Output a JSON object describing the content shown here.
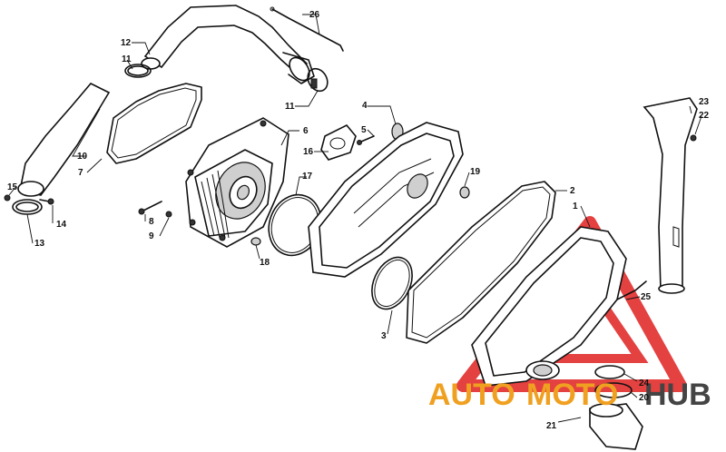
{
  "diagram": {
    "callouts": {
      "c1": "1",
      "c2": "2",
      "c3": "3",
      "c4": "4",
      "c5": "5",
      "c6": "6",
      "c7": "7",
      "c8": "8",
      "c9": "9",
      "c10": "10",
      "c11a": "11",
      "c11b": "11",
      "c12": "12",
      "c13": "13",
      "c14": "14",
      "c15": "15",
      "c16": "16",
      "c17": "17",
      "c18": "18",
      "c19": "19",
      "c20": "20",
      "c21": "21",
      "c22": "22",
      "c23": "23",
      "c24": "24",
      "c25": "25",
      "c26": "26"
    }
  },
  "watermark": {
    "text_left": "AUTO",
    "text_mid": "MOTO",
    "text_right": "HUB",
    "color_red": "#e02020",
    "color_orange": "#f0a020",
    "color_gray": "#444444"
  }
}
